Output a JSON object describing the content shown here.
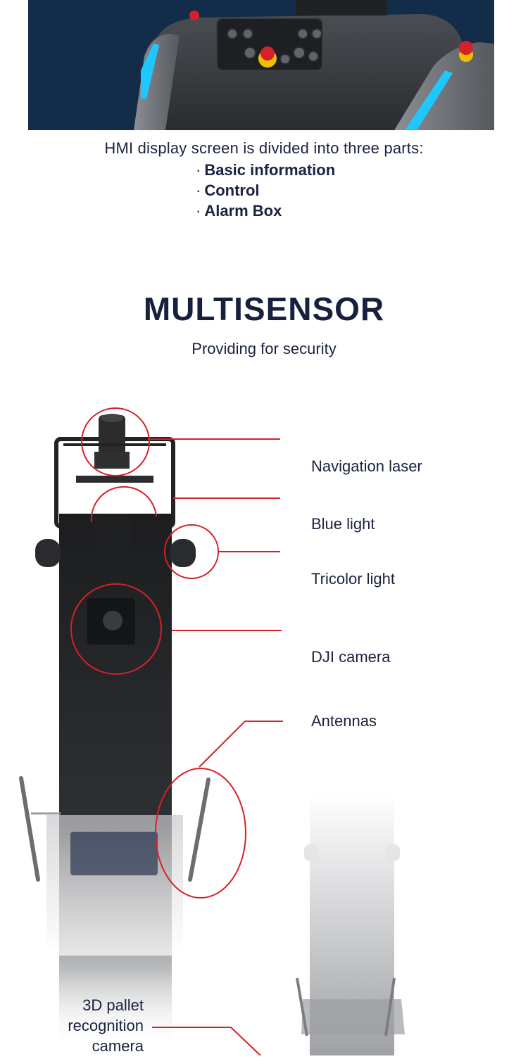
{
  "hmi": {
    "intro": "HMI display screen is divided into three parts:",
    "bullet": "·",
    "parts": [
      "Basic information",
      "Control",
      "Alarm Box"
    ]
  },
  "multisensor": {
    "title": "MULTISENSOR",
    "subtitle": "Providing for security",
    "callouts": {
      "navigation_laser": "Navigation laser",
      "blue_light": "Blue light",
      "tricolor_light": "Tricolor light",
      "dji_camera": "DJI camera",
      "antennas": "Antennas",
      "pallet_camera": "3D pallet recognition camera"
    }
  },
  "colors": {
    "hero_bg": "#132c4a",
    "accent_blue": "#1ec8ff",
    "callout_red": "#d6202a",
    "text_dark": "#1a2240"
  },
  "icons": {
    "emergency_stop": "emergency-stop-icon",
    "control_panel": "control-panel-icon"
  }
}
